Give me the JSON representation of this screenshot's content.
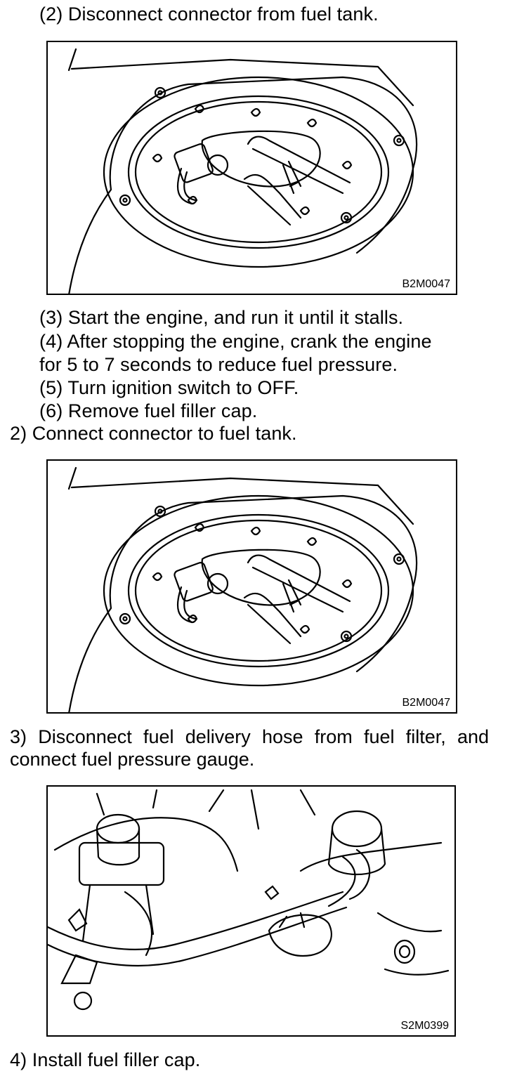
{
  "steps": {
    "s1_2": "(2)  Disconnect connector from fuel tank.",
    "s1_3": "(3)  Start the engine, and run it until it stalls.",
    "s1_4a": "(4)  After stopping the engine, crank the engine",
    "s1_4b": "for 5 to 7 seconds to reduce fuel pressure.",
    "s1_5": "(5)  Turn ignition switch to OFF.",
    "s1_6": "(6)  Remove fuel filler cap.",
    "s2": "2)  Connect connector to fuel tank.",
    "s3": "3) Disconnect fuel delivery hose from fuel filter, and connect fuel pressure gauge.",
    "s4": "4)  Install fuel filler cap."
  },
  "figures": {
    "fig1_label": "B2M0047",
    "fig2_label": "B2M0047",
    "fig3_label": "S2M0399"
  }
}
